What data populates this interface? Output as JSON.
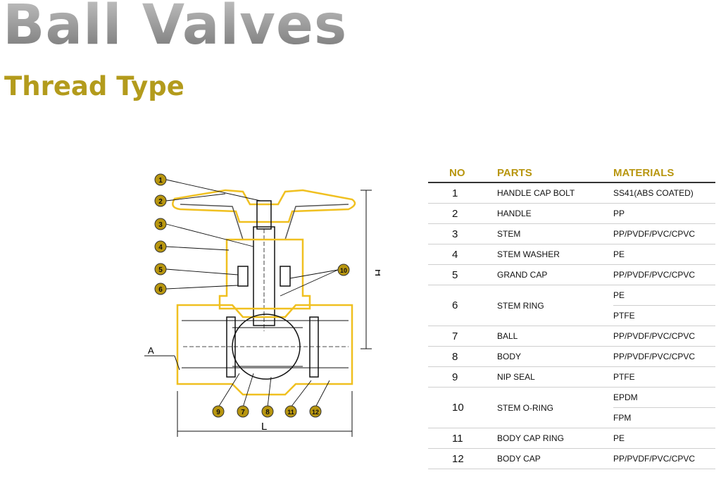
{
  "header": {
    "title": "Ball Valves",
    "subtitle": "Thread Type"
  },
  "diagram": {
    "callouts": [
      "1",
      "2",
      "3",
      "4",
      "5",
      "6",
      "7",
      "8",
      "9",
      "10",
      "11",
      "12"
    ],
    "dimension_labels": {
      "height": "H",
      "length": "L",
      "thread": "A"
    },
    "callout_color": "#b8960f",
    "highlight_color": "#f0c020"
  },
  "table": {
    "headers": {
      "no": "NO",
      "parts": "PARTS",
      "materials": "MATERIALS"
    },
    "rows": [
      {
        "no": "1",
        "part": "HANDLE CAP BOLT",
        "materials": [
          "SS41(ABS COATED)"
        ]
      },
      {
        "no": "2",
        "part": "HANDLE",
        "materials": [
          "PP"
        ]
      },
      {
        "no": "3",
        "part": "STEM",
        "materials": [
          "PP/PVDF/PVC/CPVC"
        ]
      },
      {
        "no": "4",
        "part": "STEM WASHER",
        "materials": [
          "PE"
        ]
      },
      {
        "no": "5",
        "part": "GRAND CAP",
        "materials": [
          "PP/PVDF/PVC/CPVC"
        ]
      },
      {
        "no": "6",
        "part": "STEM RING",
        "materials": [
          "PE",
          "PTFE"
        ]
      },
      {
        "no": "7",
        "part": "BALL",
        "materials": [
          "PP/PVDF/PVC/CPVC"
        ]
      },
      {
        "no": "8",
        "part": "BODY",
        "materials": [
          "PP/PVDF/PVC/CPVC"
        ]
      },
      {
        "no": "9",
        "part": "NIP SEAL",
        "materials": [
          "PTFE"
        ]
      },
      {
        "no": "10",
        "part": "STEM O-RING",
        "materials": [
          "EPDM",
          "FPM"
        ]
      },
      {
        "no": "11",
        "part": "BODY CAP RING",
        "materials": [
          "PE"
        ]
      },
      {
        "no": "12",
        "part": "BODY CAP",
        "materials": [
          "PP/PVDF/PVC/CPVC"
        ]
      }
    ]
  }
}
